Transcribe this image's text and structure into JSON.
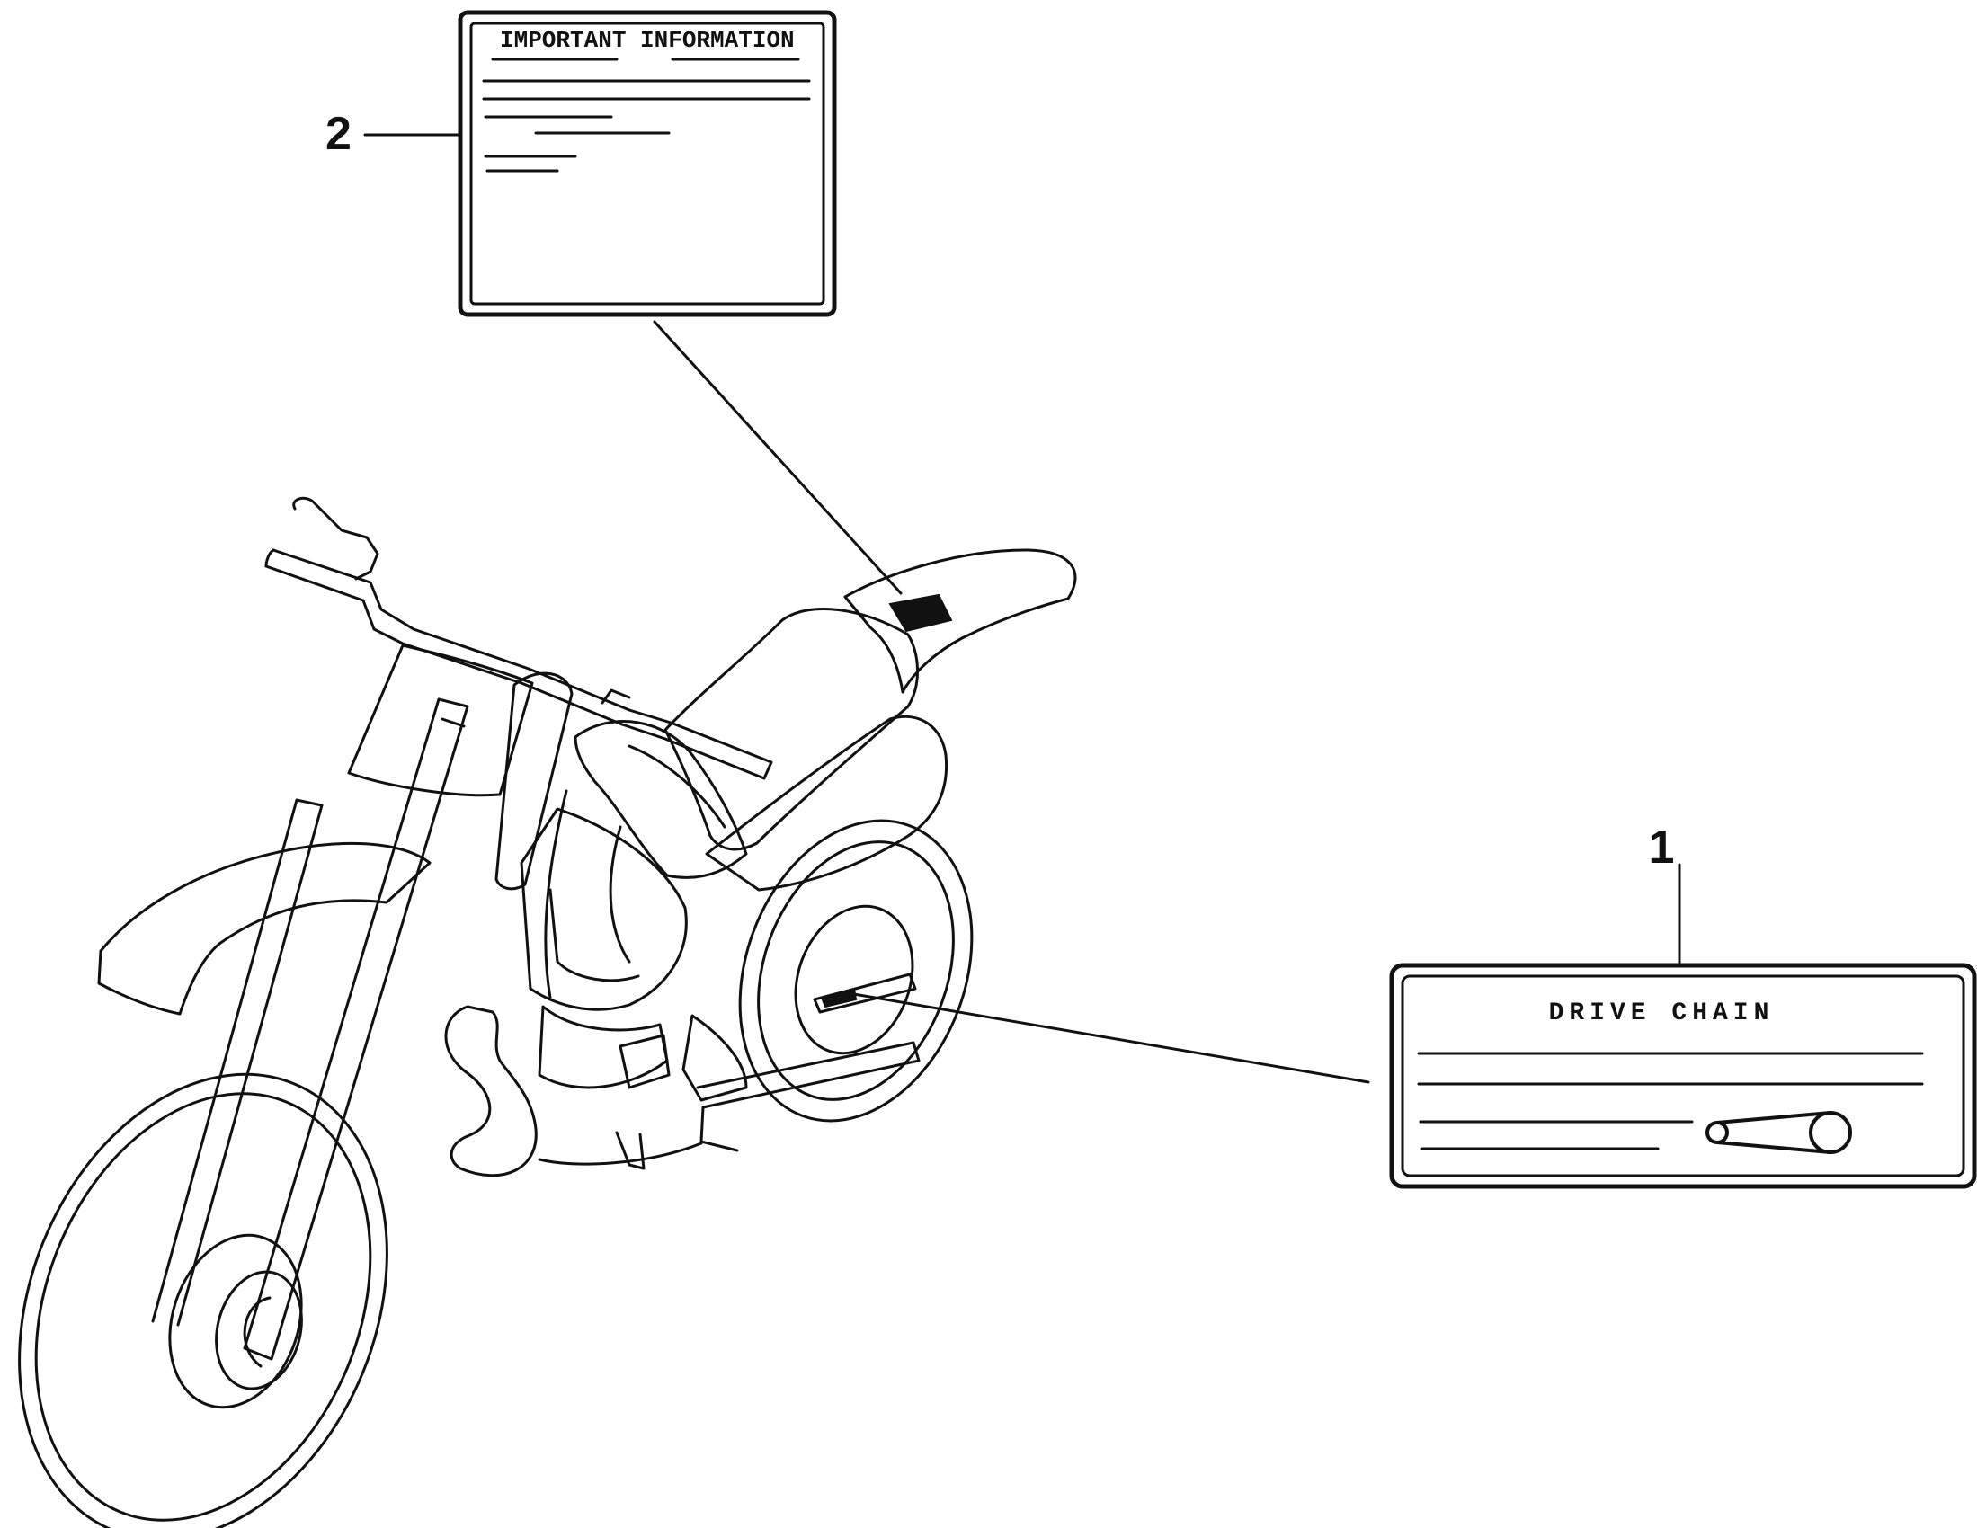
{
  "diagram": {
    "labels": [
      {
        "number": "2",
        "title": "IMPORTANT INFORMATION"
      },
      {
        "number": "1",
        "title": "DRIVE CHAIN"
      }
    ],
    "colors": {
      "ink": "#111111",
      "background": "#ffffff"
    }
  }
}
